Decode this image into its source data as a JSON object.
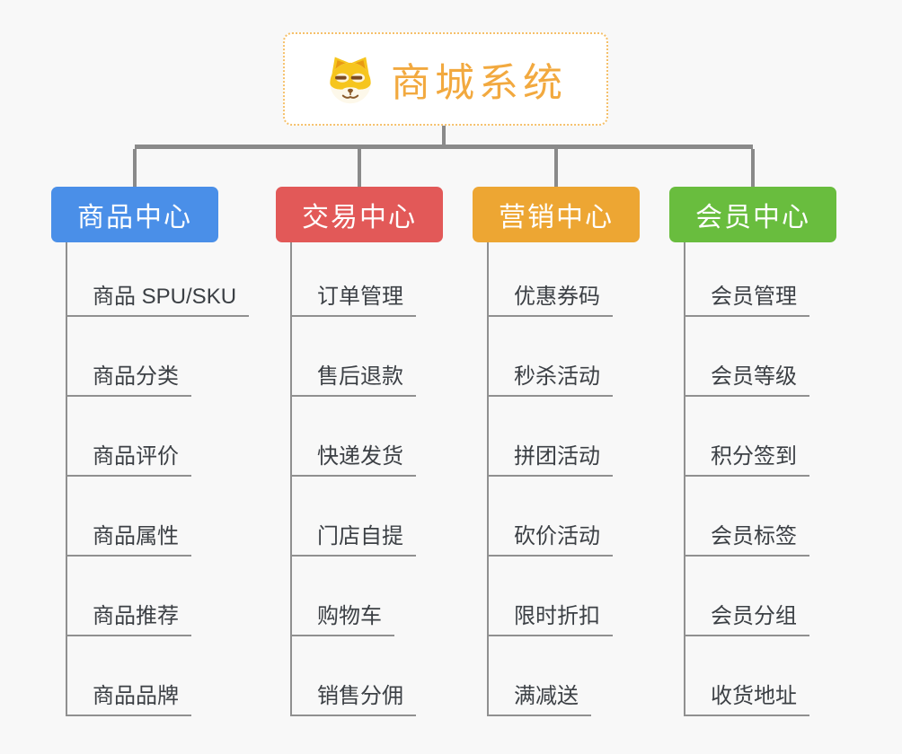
{
  "page": {
    "background": "#f8f8f8"
  },
  "root": {
    "title": "商城系统",
    "title_color": "#f2a93f",
    "border_color": "#f5c06a",
    "background": "#ffffff",
    "icon": "dog-face-icon"
  },
  "connectors": {
    "tree_line_color": "#8a8a8a",
    "leaf_line_color": "#909090"
  },
  "leaf_text_color": "#3c4045",
  "branches": [
    {
      "id": "product-center",
      "label": "商品中心",
      "color": "#4a8fe8",
      "children": [
        "商品 SPU/SKU",
        "商品分类",
        "商品评价",
        "商品属性",
        "商品推荐",
        "商品品牌"
      ]
    },
    {
      "id": "trade-center",
      "label": "交易中心",
      "color": "#e25958",
      "children": [
        "订单管理",
        "售后退款",
        "快递发货",
        "门店自提",
        "购物车",
        "销售分佣"
      ]
    },
    {
      "id": "marketing-center",
      "label": "营销中心",
      "color": "#eda633",
      "children": [
        "优惠券码",
        "秒杀活动",
        "拼团活动",
        "砍价活动",
        "限时折扣",
        "满减送"
      ]
    },
    {
      "id": "member-center",
      "label": "会员中心",
      "color": "#69bd3e",
      "children": [
        "会员管理",
        "会员等级",
        "积分签到",
        "会员标签",
        "会员分组",
        "收货地址"
      ]
    }
  ]
}
